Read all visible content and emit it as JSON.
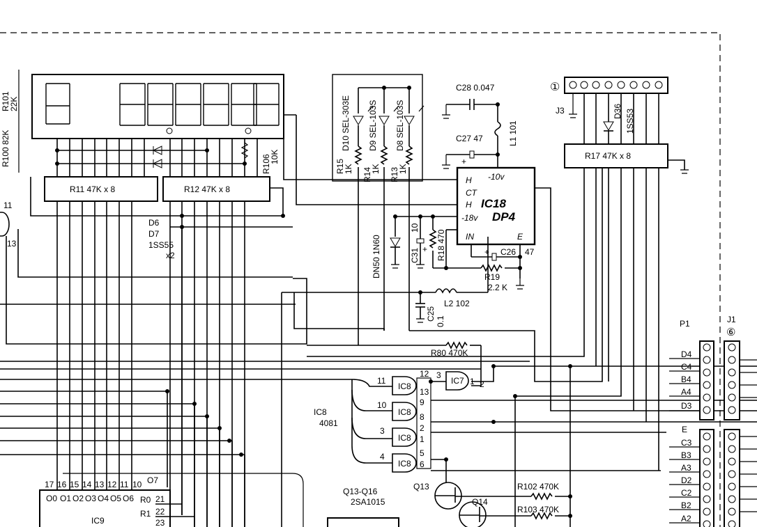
{
  "labels": {
    "r101": "R101",
    "r101_val": "22K",
    "r100": "R100 82K",
    "r11": "R11   47K x 8",
    "r12": "R12   47K x 8",
    "r17": "R17   47K x 8",
    "r106": "R106",
    "r106_val": "10K",
    "d6": "D6",
    "d7": "D7",
    "d6d7_part": "1SS55",
    "d6d7_qty": "x2",
    "d10": "D10 SEL-303E",
    "d9": "D9 SEL-103S",
    "d8": "D8 SEL-103S",
    "r15": "R15",
    "r14": "R14",
    "r13": "R13",
    "r1k": "1K",
    "c28": "C28  0.047",
    "c27": "C27  47",
    "l1": "L1 101",
    "ic18": "IC18",
    "dp4": "DP4",
    "pin_h": "H",
    "pin_ct": "CT",
    "pin_in": "IN",
    "pin_e": "E",
    "minus10": "-10v",
    "minus18": "-18v",
    "c26": "C26",
    "c26_val": "47",
    "c31": "C31",
    "c31_val": "10",
    "r18": "R18 470",
    "r19": "R19",
    "r19_val": "2.2 K",
    "dn50": "DN50  1N60",
    "l2": "L2 102",
    "c25": "C25",
    "c25_val": "0.1",
    "r80": "R80  470K",
    "ic7": "IC7",
    "ic8": "IC8",
    "ic8_part": "4081",
    "ic9": "IC9",
    "q13q16": "Q13-Q16",
    "q_part": "2SA1015",
    "q13": "Q13",
    "q14": "Q14",
    "r102": "R102  470K",
    "r103": "R103  470K",
    "j3": "J3",
    "d36": "D36",
    "d36_part": "1SS53",
    "conn_num1": "①",
    "p1": "P1",
    "j1": "J1",
    "j1_num": "⑥",
    "e": "E",
    "plus": "+"
  },
  "pins": {
    "n11": "11",
    "n13": "13",
    "ic8_a": [
      "11",
      "12",
      "13"
    ],
    "ic8_b": [
      "10",
      "9",
      "8"
    ],
    "ic8_c": [
      "3",
      "2",
      "1"
    ],
    "ic8_d": [
      "4",
      "5",
      "6"
    ],
    "ic7": [
      "3",
      "1",
      "2"
    ],
    "ic9_top": [
      "17",
      "16",
      "15",
      "14",
      "13",
      "12",
      "11",
      "10"
    ],
    "ic9_o": [
      "O0",
      "O1",
      "O2",
      "O3",
      "O4",
      "O5",
      "O6",
      "O7"
    ],
    "ic9_r": [
      "R0",
      "R1"
    ],
    "ic9_rpins": [
      "21",
      "22",
      "23"
    ]
  },
  "p1_pins": [
    "D4",
    "C4",
    "B4",
    "A4",
    "D3"
  ],
  "e_pins": [
    "C3",
    "B3",
    "A3",
    "D2",
    "C2",
    "B2",
    "A2"
  ]
}
